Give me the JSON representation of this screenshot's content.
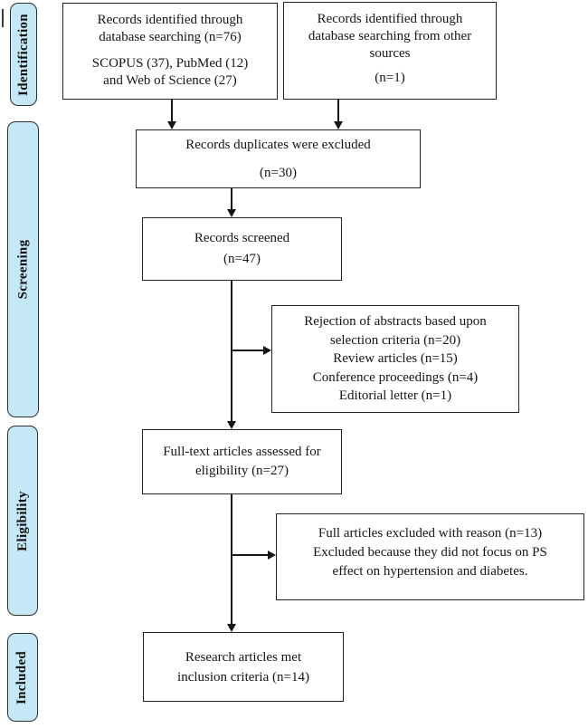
{
  "diagram": {
    "type": "prisma-flow-diagram",
    "colors": {
      "stage_label_fill": "#C4E8F6",
      "stage_label_border": "#2e2e2e",
      "box_border": "#232323",
      "connector": "#151515",
      "text": "#111111",
      "background": "#ffffff"
    },
    "stages": [
      {
        "label": "Identification"
      },
      {
        "label": "Screening"
      },
      {
        "label": "Eligibility"
      },
      {
        "label": "Included"
      }
    ],
    "boxes": {
      "identified_db": {
        "lines": [
          "Records identified through",
          "database searching (n=76)",
          "SCOPUS (37), PubMed (12)",
          "and Web of Science (27)"
        ]
      },
      "identified_other": {
        "lines": [
          "Records identified through",
          "database searching from other",
          "sources",
          "(n=1)"
        ]
      },
      "duplicates_excluded": {
        "lines": [
          "Records duplicates were excluded",
          "(n=30)"
        ]
      },
      "records_screened": {
        "lines": [
          "Records screened",
          "(n=47)"
        ]
      },
      "abstract_rejection": {
        "lines": [
          "Rejection of abstracts based upon",
          "selection criteria (n=20)",
          "Review articles (n=15)",
          "Conference proceedings (n=4)",
          "Editorial letter (n=1)"
        ]
      },
      "fulltext_assessed": {
        "lines": [
          "Full-text articles assessed for",
          "eligibility (n=27)"
        ]
      },
      "fulltext_excluded": {
        "lines": [
          "Full articles excluded with reason (n=13)",
          "Excluded because they did not focus on PS",
          "effect on hypertension and diabetes."
        ]
      },
      "included_articles": {
        "lines": [
          "Research articles met",
          "inclusion criteria (n=14)"
        ]
      }
    }
  }
}
